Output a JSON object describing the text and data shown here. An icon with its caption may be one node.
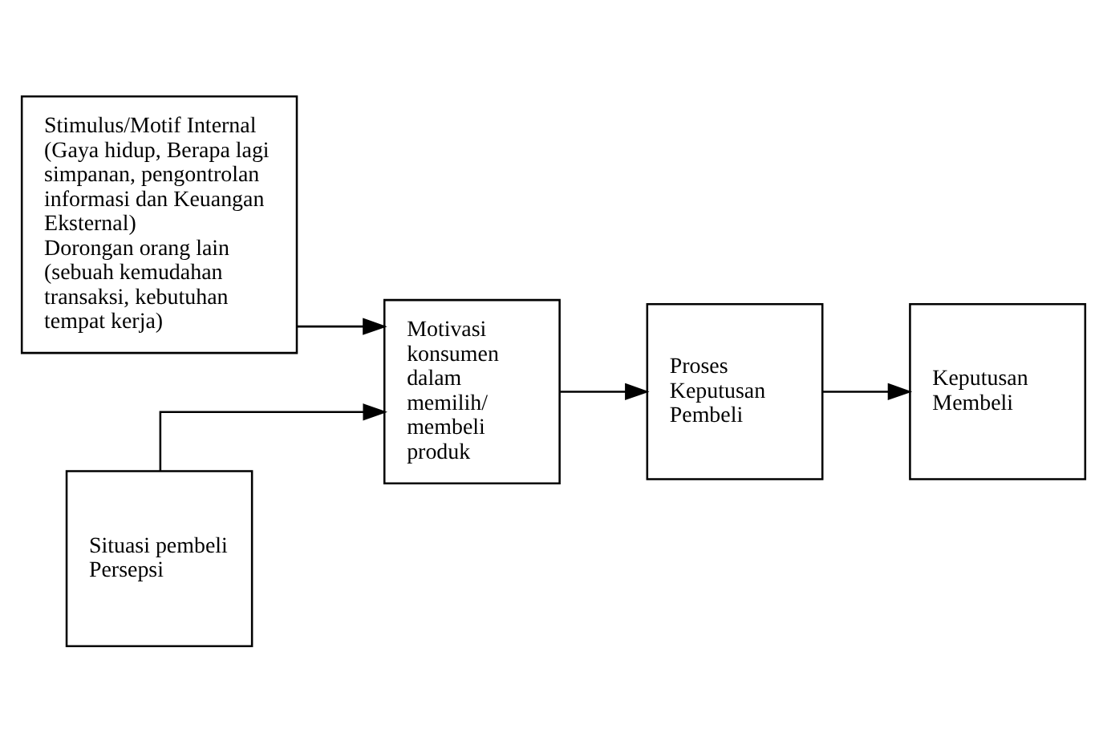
{
  "diagram": {
    "nodes": [
      {
        "text": [
          "Stimulus/Motif Internal",
          "(Gaya hidup, Berapa lagi simpanan, pengontrolan informasi dan Keuangan Eksternal)",
          "Dorongan orang lain (sebuah kemudahan transaksi, kebutuhan tempat kerja)"
        ]
      },
      {
        "text": [
          "Motivasi konsumen dalam memilih/ membeli produk"
        ]
      },
      {
        "text": [
          "Proses Keputusan Pembeli"
        ]
      },
      {
        "text": [
          "Keputusan Membeli"
        ]
      },
      {
        "text": [
          "Situasi pembeli",
          "Persepsi"
        ]
      }
    ],
    "edges": [
      {
        "from": 0,
        "to": 1,
        "arrow": "to"
      },
      {
        "from": 1,
        "to": 2,
        "arrow": "to"
      },
      {
        "from": 2,
        "to": 3,
        "arrow": "to"
      },
      {
        "from": 4,
        "to": 1,
        "arrow": "to"
      }
    ]
  }
}
